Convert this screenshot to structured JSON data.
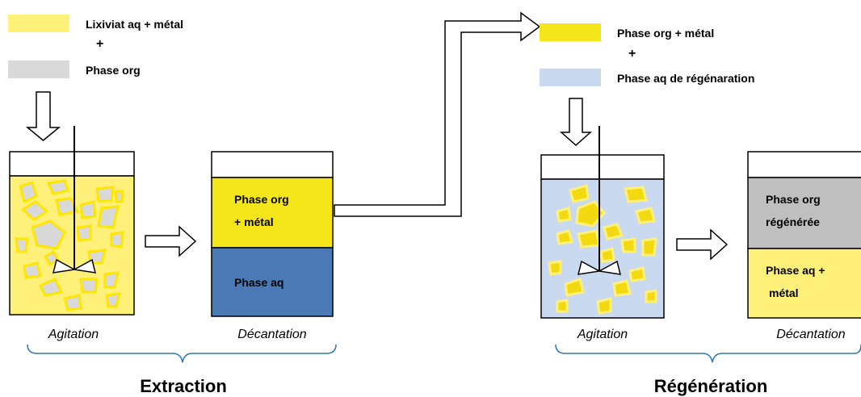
{
  "colors": {
    "yellow_light": "#FFF07A",
    "yellow_bright": "#F5E61C",
    "yellow_blob": "#F3DA10",
    "gray": "#D9D9D9",
    "gray_dark": "#BFBFBF",
    "blue_light": "#C9D9F0",
    "blue_dark": "#4A79B5",
    "outline": "#000000"
  },
  "extraction": {
    "legend": {
      "item1": "Lixiviat aq + métal",
      "plus": "+",
      "item2": "Phase org"
    },
    "agitation_label": "Agitation",
    "decantation_label": "Décantation",
    "top_layer": [
      "Phase org",
      "+ métal"
    ],
    "bottom_layer": "Phase aq",
    "section_title": "Extraction"
  },
  "regeneration": {
    "legend": {
      "item1": "Phase org + métal",
      "plus": "+",
      "item2": "Phase aq de régénaration"
    },
    "agitation_label": "Agitation",
    "decantation_label": "Décantation",
    "top_layer": [
      "Phase org",
      "régénérée"
    ],
    "bottom_layer": [
      "Phase aq +",
      "métal"
    ],
    "section_title": "Régénération"
  }
}
